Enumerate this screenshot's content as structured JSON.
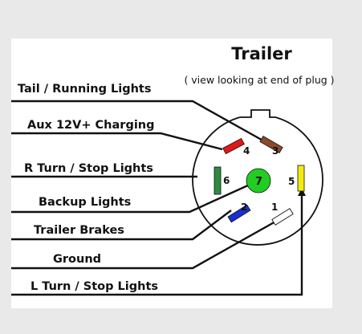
{
  "title": "Trailer",
  "subtitle": "( view looking at end of plug )",
  "wires": [
    {
      "id": "tail",
      "label": "Tail / Running Lights"
    },
    {
      "id": "aux",
      "label": "Aux 12V+ Charging"
    },
    {
      "id": "rturn",
      "label": "R Turn / Stop Lights"
    },
    {
      "id": "backup",
      "label": "Backup Lights"
    },
    {
      "id": "brakes",
      "label": "Trailer Brakes"
    },
    {
      "id": "ground",
      "label": "Ground"
    },
    {
      "id": "lturn",
      "label": "L Turn / Stop Lights"
    }
  ],
  "pins": [
    {
      "number": "1",
      "color": "#ffffff"
    },
    {
      "number": "2",
      "color": "#1a2fd0"
    },
    {
      "number": "3",
      "color": "#8a4a2a"
    },
    {
      "number": "4",
      "color": "#e01818"
    },
    {
      "number": "5",
      "color": "#f2ea10"
    },
    {
      "number": "6",
      "color": "#2e8b3e"
    },
    {
      "number": "7",
      "color": "#22cc22"
    }
  ]
}
